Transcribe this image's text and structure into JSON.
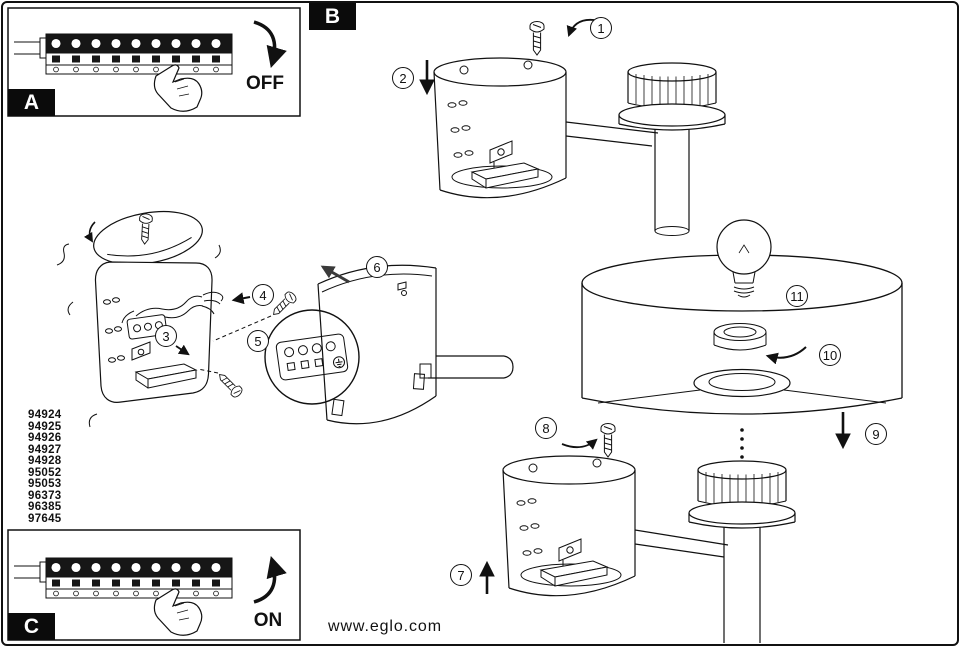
{
  "sections": {
    "a": "A",
    "b": "B",
    "c": "C"
  },
  "labels": {
    "off": "OFF",
    "on": "ON"
  },
  "steps": [
    "1",
    "2",
    "3",
    "4",
    "5",
    "6",
    "7",
    "8",
    "9",
    "10",
    "11"
  ],
  "model_numbers": [
    "94924",
    "94925",
    "94926",
    "94927",
    "94928",
    "95052",
    "95053",
    "96373",
    "96385",
    "97645"
  ],
  "footer": {
    "website": "www.eglo.com"
  }
}
